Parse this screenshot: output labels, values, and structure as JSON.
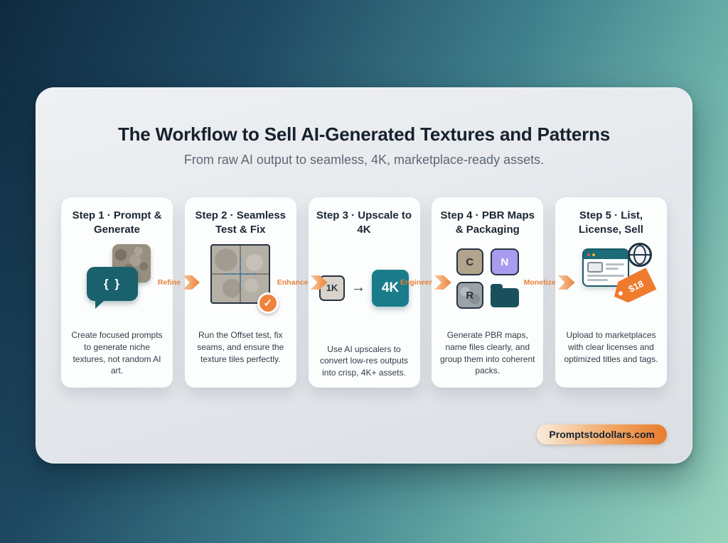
{
  "header": {
    "title": "The Workflow to Sell AI-Generated Textures and Patterns",
    "subtitle": "From raw AI output to seamless, 4K, marketplace-ready assets."
  },
  "steps": [
    {
      "title": "Step 1 · Prompt & Generate",
      "description": "Create focused prompts to generate niche textures, not random AI art.",
      "icon": {
        "name": "prompt-bubble-with-texture",
        "bubble_text": "{ }"
      }
    },
    {
      "title": "Step 2 · Seamless Test & Fix",
      "description": "Run the Offset test, fix seams, and ensure the texture tiles perfectly.",
      "icon": {
        "name": "tiling-texture-check",
        "check": "✓"
      }
    },
    {
      "title": "Step 3 · Upscale to 4K",
      "description": "Use AI upscalers to convert low-res outputs into crisp, 4K+ assets.",
      "icon": {
        "name": "resolution-upscale",
        "from_label": "1K",
        "arrow": "→",
        "to_label": "4K"
      }
    },
    {
      "title": "Step 4 · PBR Maps & Packaging",
      "description": "Generate PBR maps, name files clearly, and group them into coherent packs.",
      "icon": {
        "name": "pbr-maps-folder",
        "map_labels": [
          "C",
          "N",
          "R"
        ]
      }
    },
    {
      "title": "Step 5 · List, License, Sell",
      "description": "Upload to marketplaces with clear licenses and optimized titles and tags.",
      "icon": {
        "name": "marketplace-listing",
        "price": "$18"
      }
    }
  ],
  "connectors": [
    {
      "label": "Refine"
    },
    {
      "label": "Enhance"
    },
    {
      "label": "Engineer"
    },
    {
      "label": "Monetize"
    }
  ],
  "footer": {
    "brand": "Promptstodollars.com"
  },
  "colors": {
    "teal": "#1b6b78",
    "orange": "#ee7b2e",
    "dark_text": "#17222e",
    "muted_text": "#5d6874",
    "lavender": "#a89bf0",
    "tan": "#b2a38c"
  }
}
